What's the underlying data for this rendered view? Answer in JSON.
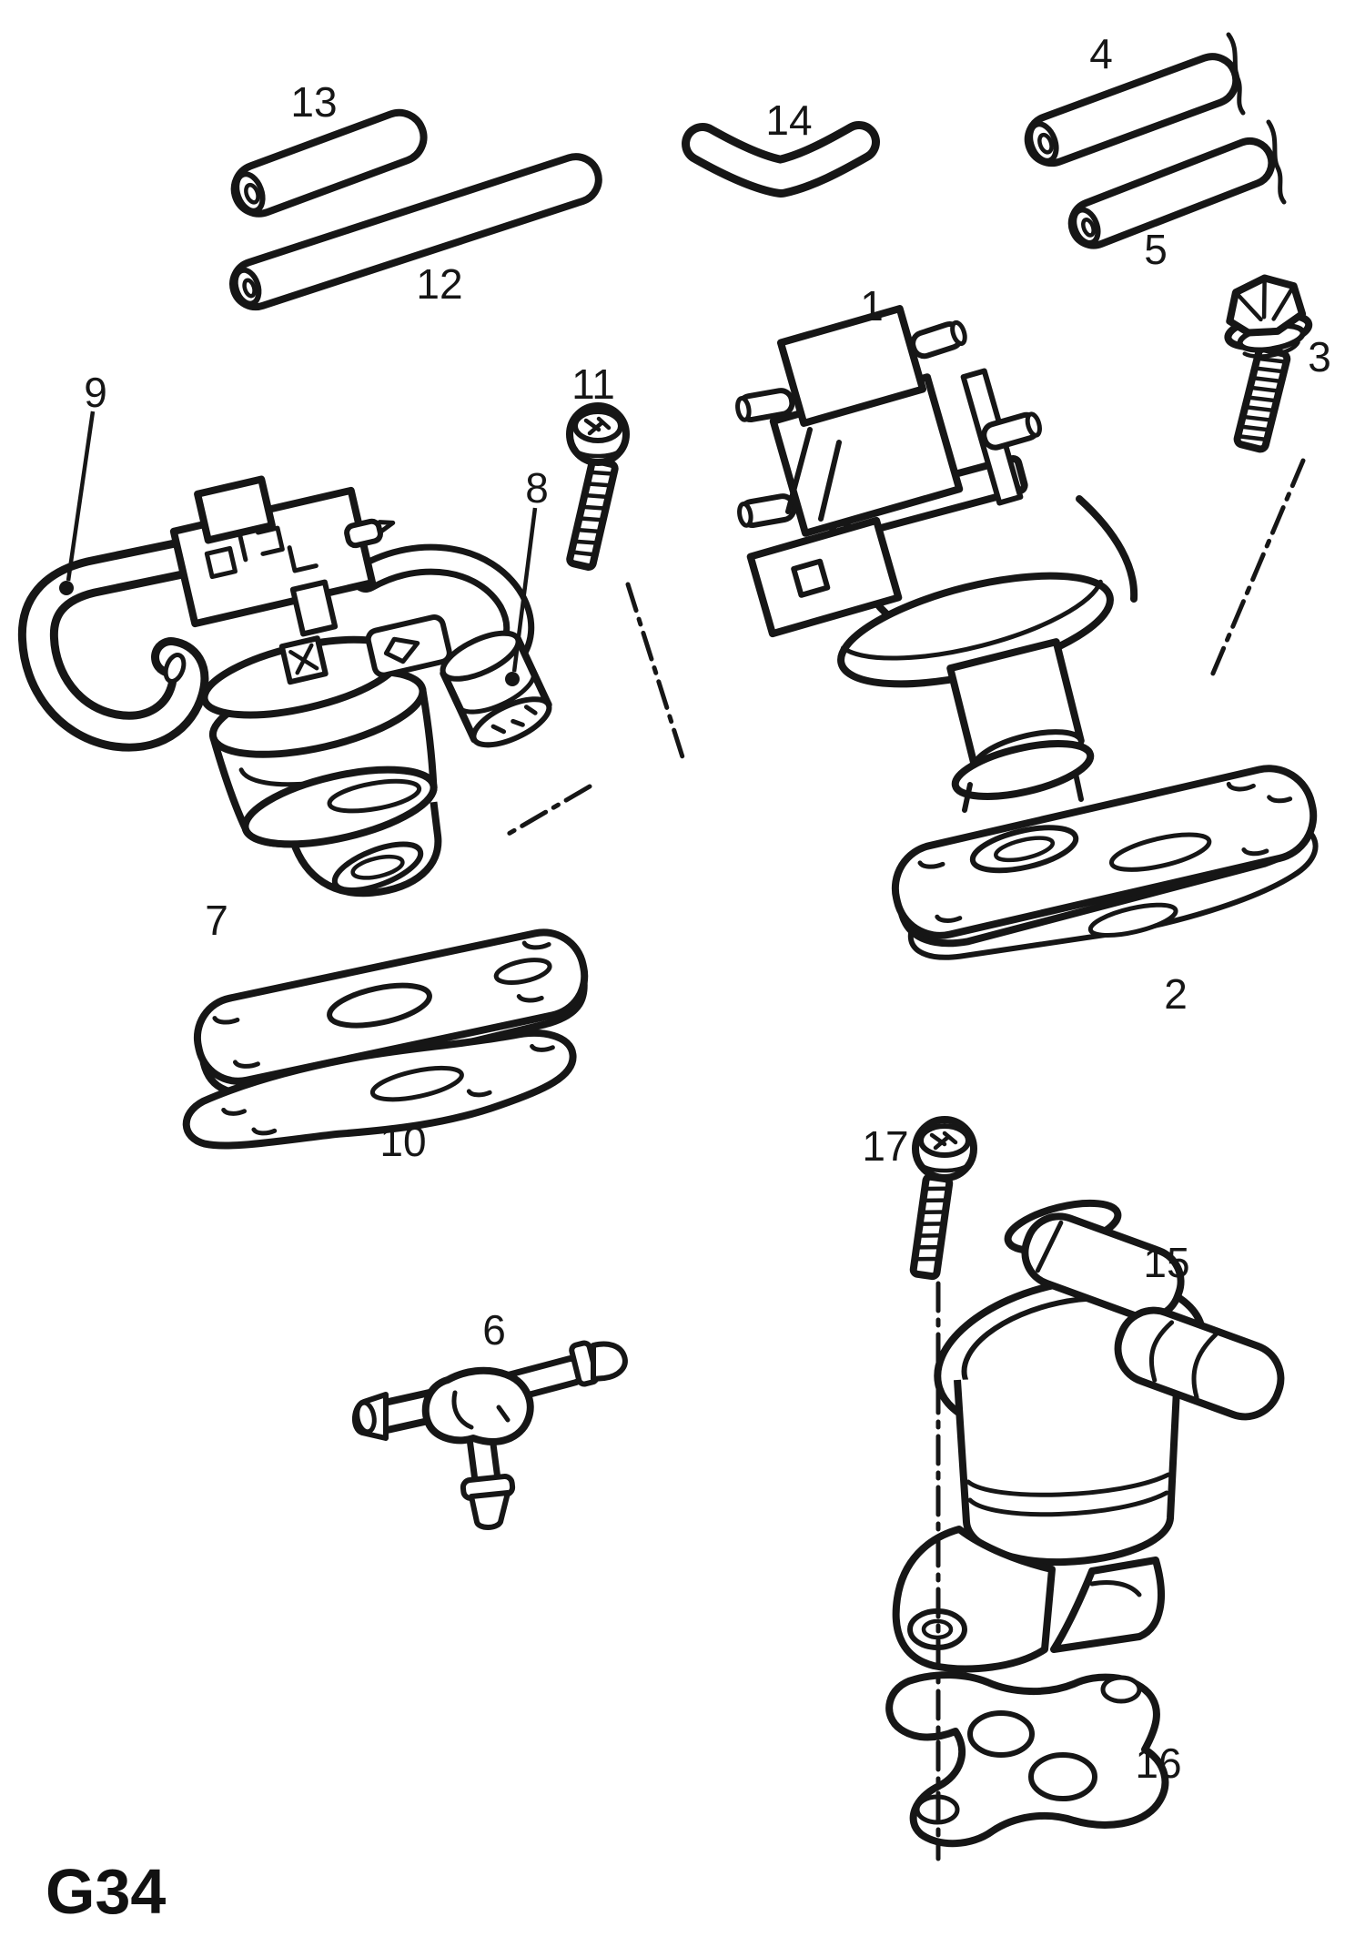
{
  "diagram": {
    "page_code": "G34",
    "callouts": [
      {
        "label": "1"
      },
      {
        "label": "2"
      },
      {
        "label": "3"
      },
      {
        "label": "4"
      },
      {
        "label": "5"
      },
      {
        "label": "6"
      },
      {
        "label": "7"
      },
      {
        "label": "8"
      },
      {
        "label": "9"
      },
      {
        "label": "10"
      },
      {
        "label": "11"
      },
      {
        "label": "12"
      },
      {
        "label": "13"
      },
      {
        "label": "14"
      },
      {
        "label": "15"
      },
      {
        "label": "16"
      },
      {
        "label": "17"
      }
    ],
    "colors": {
      "line": "#161616",
      "background": "#ffffff"
    }
  }
}
